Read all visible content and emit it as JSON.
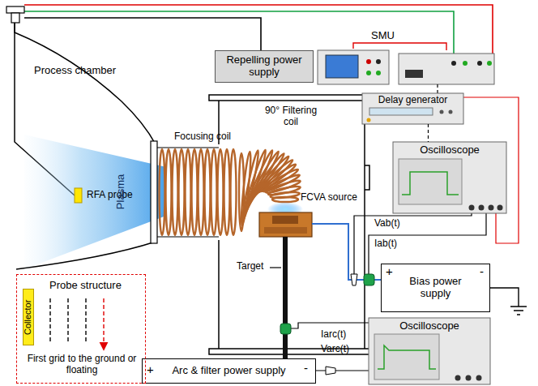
{
  "diagram": {
    "nodes": [
      {
        "text": [
          "Repelling power supply"
        ]
      },
      {
        "text": [
          "Delay generator"
        ]
      },
      {
        "text": [
          "Oscilloscope"
        ]
      },
      {
        "text": [
          "Bias power supply"
        ]
      },
      {
        "text": [
          "Oscilloscope"
        ]
      },
      {
        "text": [
          "Arc & filter power supply"
        ]
      },
      {
        "text": [
          "Probe structure"
        ]
      },
      {
        "text": [
          "Collector"
        ],
        "in": 6
      }
    ],
    "edges": [
      {
        "from": 1,
        "to": 2,
        "arrow": "none"
      }
    ],
    "labels": [
      "SMU",
      "Process chamber",
      "Focusing coil",
      "90° Filtering coil",
      "FCVA source",
      "RFA probe",
      "Plasma",
      "Target",
      "Vab(t)",
      "Iab(t)",
      "+",
      "-",
      "Iarc(t)",
      "Varc(t)",
      "+",
      "-",
      "First grid to the ground or floating"
    ]
  }
}
